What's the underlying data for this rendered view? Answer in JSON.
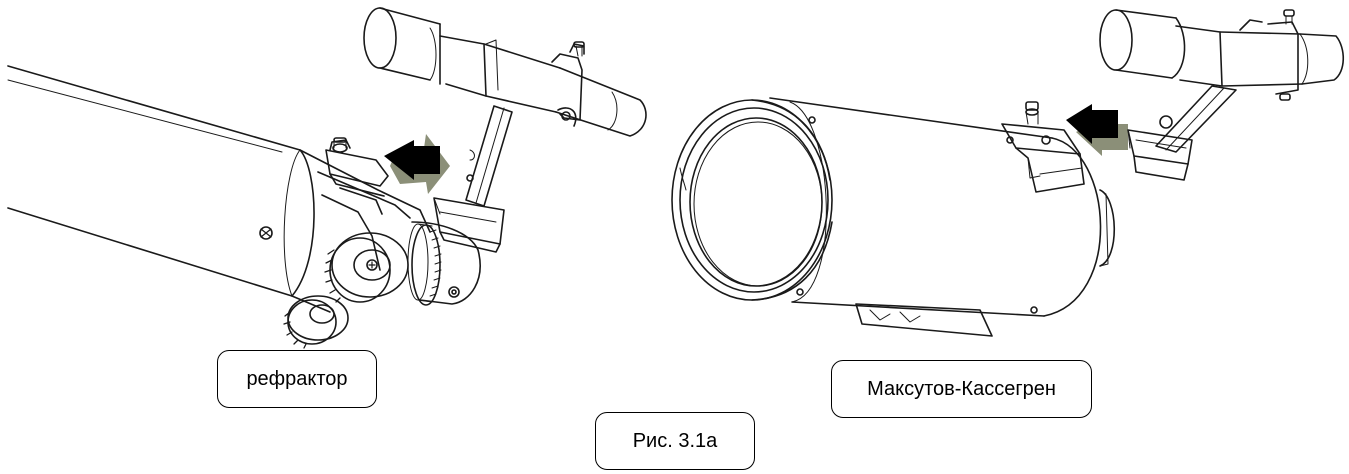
{
  "labels": {
    "refractor": "рефрактор",
    "maksutov": "Максутов-Кассегрен",
    "figure": "Рис. 3.1а"
  },
  "colors": {
    "line": "#1a1a1a",
    "arrow": "#000000",
    "arrow_shadow": "#8b8f78",
    "background": "#ffffff"
  },
  "icons": {
    "arrow_left": "arrow-left-icon"
  }
}
